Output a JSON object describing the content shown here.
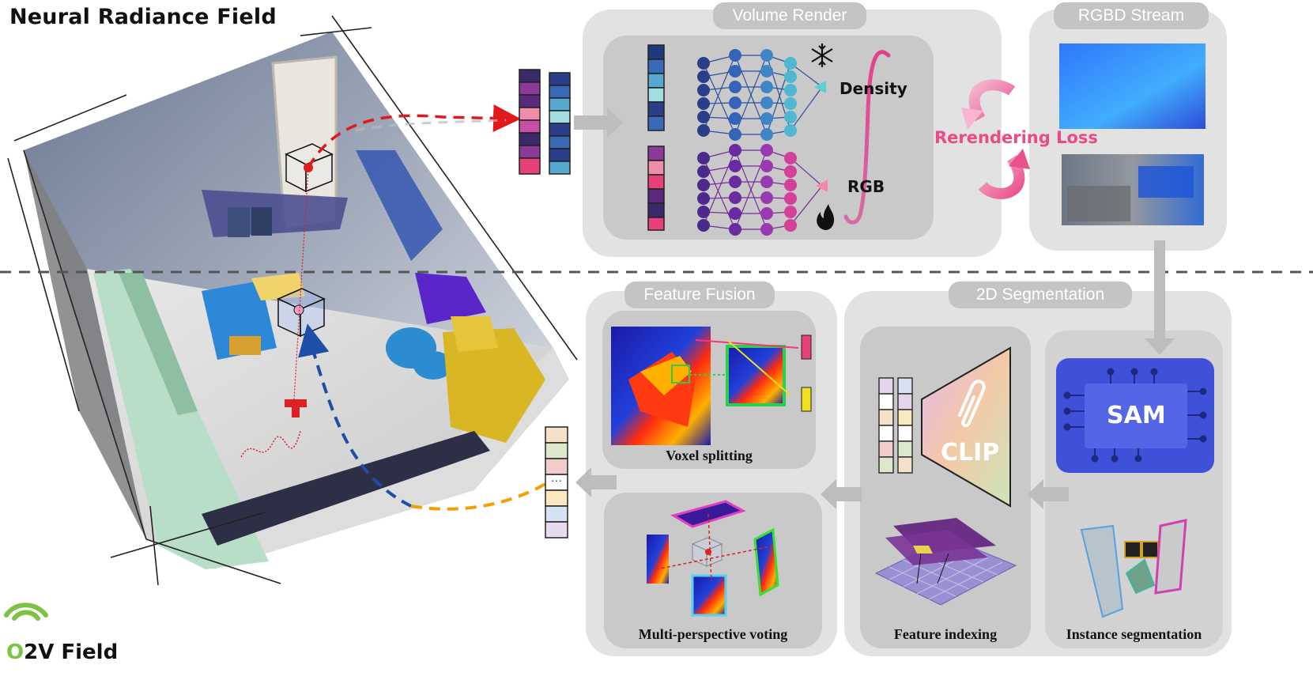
{
  "title": "Neural Radiance Field",
  "logo_text": {
    "o": "O",
    "rest": "2V Field"
  },
  "panels": {
    "volume_render": "Volume Render",
    "rgbd_stream": "RGBD Stream",
    "feature_fusion": "Feature Fusion",
    "segmentation_2d": "2D Segmentation"
  },
  "outputs": {
    "density": "Density",
    "rgb": "RGB"
  },
  "loss": "Rerendering Loss",
  "sam": "SAM",
  "clip": "CLIP",
  "captions": {
    "voxel_splitting": "Voxel splitting",
    "multi_perspective_voting": "Multi-perspective voting",
    "feature_indexing": "Feature indexing",
    "instance_segmentation": "Instance segmentation"
  },
  "icons": [
    "snowflake-icon",
    "fire-icon",
    "paperclip-icon",
    "chip-icon"
  ],
  "colors": {
    "loss": "#ec4a86",
    "sam": "#3f51d8",
    "panel": "#e2e2e2",
    "inner": "#c9c9c9"
  }
}
